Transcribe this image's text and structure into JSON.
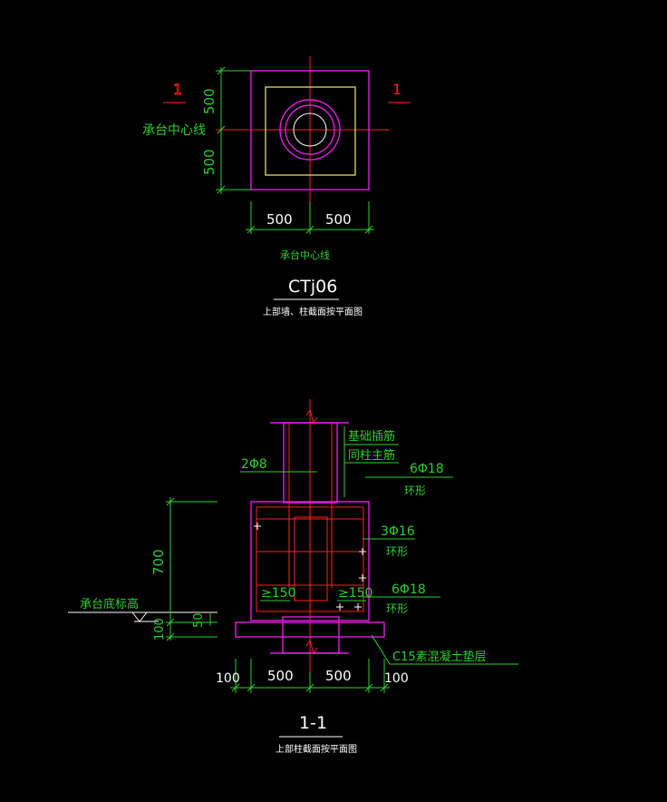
{
  "plan": {
    "section_mark_left": "1",
    "section_mark_right": "1",
    "dim_v_top": "500",
    "dim_v_bottom": "500",
    "dim_h_left": "500",
    "dim_h_right": "500",
    "centerline_label_left": "承台中心线",
    "centerline_label_bottom": "承台中心线",
    "title": "CTj06",
    "subtitle": "上部墙、柱截面按平面图"
  },
  "section": {
    "label_dowel_1": "基础插筋",
    "label_dowel_2": "同柱主筋",
    "label_stirrup": "2Φ8",
    "label_top_ring": "6Φ18",
    "label_top_ring_shape": "环形",
    "label_mid_ring": "3Φ16",
    "label_mid_ring_shape": "环形",
    "label_bot_ring": "6Φ18",
    "label_bot_ring_shape": "环形",
    "label_150_left": "≥150",
    "label_150_right": "≥150",
    "label_elevation": "承台底标高",
    "dim_700": "700",
    "dim_50": "50",
    "dim_100": "100",
    "label_cushion": "C15素混凝土垫层",
    "dim_b_100_left": "100",
    "dim_b_500_left": "500",
    "dim_b_500_right": "500",
    "dim_b_100_right": "100",
    "title": "1-1",
    "subtitle": "上部柱截面按平面图"
  }
}
